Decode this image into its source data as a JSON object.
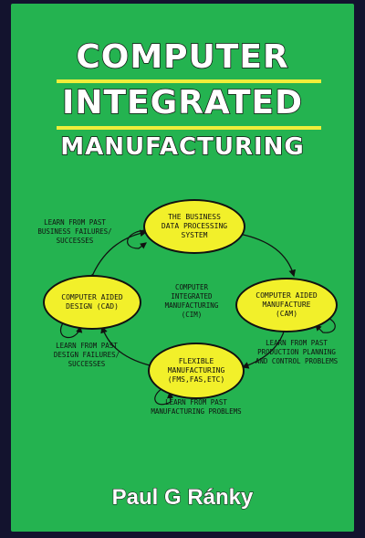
{
  "cover": {
    "title_line1": "COMPUTER",
    "title_line2": "INTEGRATED",
    "title_line3": "MANUFACTURING",
    "author": "Paul G Ránky",
    "colors": {
      "background": "#24b350",
      "accent": "#f0ee3a",
      "ellipse": "#f2f02a"
    }
  },
  "diagram": {
    "top": "THE BUSINESS\nDATA PROCESSING\nSYSTEM",
    "left": "COMPUTER AIDED\nDESIGN (CAD)",
    "right": "COMPUTER AIDED\nMANUFACTURE\n(CAM)",
    "bottom": "FLEXIBLE\nMANUFACTURING\n(FMS,FAS,ETC)",
    "center": "COMPUTER\nINTEGRATED\nMANUFACTURING\n(CIM)",
    "note_top": "LEARN FROM PAST\nBUSINESS FAILURES/\nSUCCESSES",
    "note_left": "LEARN FROM PAST\nDESIGN FAILURES/\nSUCCESSES",
    "note_right": "LEARN FROM PAST\nPRODUCTION PLANNING\nAND CONTROL PROBLEMS",
    "note_bottom": "LEARN FROM PAST\nMANUFACTURING PROBLEMS"
  }
}
